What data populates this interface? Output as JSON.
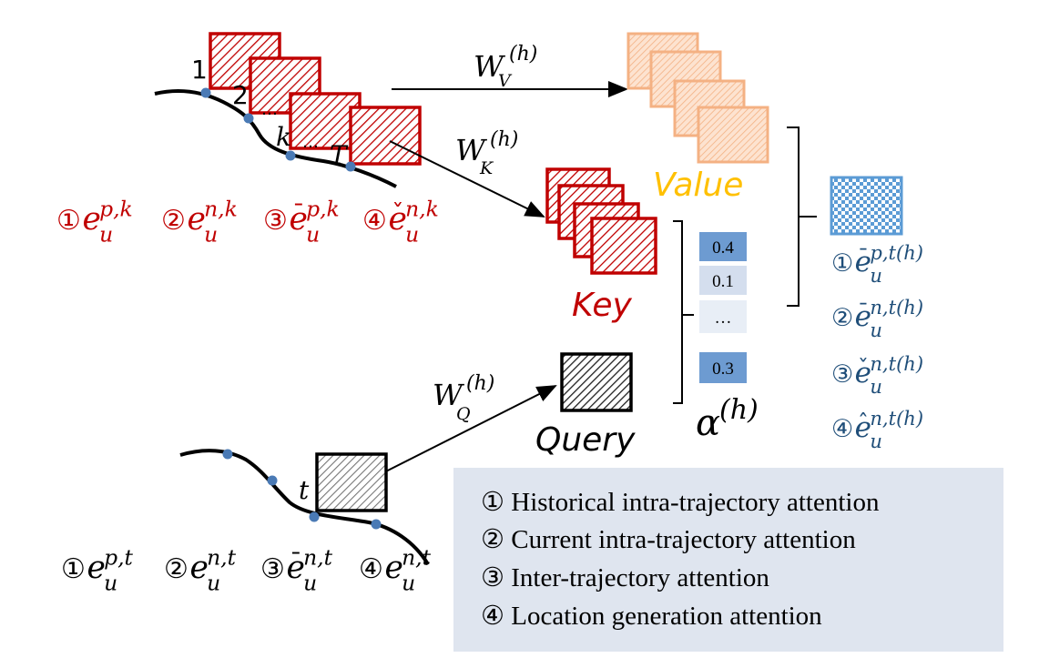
{
  "history_points": [
    "1",
    "2",
    "k",
    "T"
  ],
  "history_dots": [
    "…",
    "…"
  ],
  "history_embeddings": [
    {
      "num": "①",
      "sym": "e",
      "accent": "",
      "sup": "p,k",
      "sub": "u"
    },
    {
      "num": "②",
      "sym": "e",
      "accent": "",
      "sup": "n,k",
      "sub": "u"
    },
    {
      "num": "③",
      "sym": "e",
      "accent": "¯",
      "sup": "p,k",
      "sub": "u"
    },
    {
      "num": "④",
      "sym": "e",
      "accent": "ˇ",
      "sup": "n,k",
      "sub": "u"
    }
  ],
  "current_point": "t",
  "current_embeddings": [
    {
      "num": "①",
      "sym": "e",
      "accent": "",
      "sup": "p,t",
      "sub": "u"
    },
    {
      "num": "②",
      "sym": "e",
      "accent": "",
      "sup": "n,t",
      "sub": "u"
    },
    {
      "num": "③",
      "sym": "e",
      "accent": "¯",
      "sup": "n,t",
      "sub": "u"
    },
    {
      "num": "④",
      "sym": "e",
      "accent": "",
      "sup": "n,t",
      "sub": "u"
    }
  ],
  "projections": {
    "value": {
      "sym": "W",
      "sup": "(h)",
      "sub": "V"
    },
    "key": {
      "sym": "W",
      "sup": "(h)",
      "sub": "K"
    },
    "query": {
      "sym": "W",
      "sup": "(h)",
      "sub": "Q"
    }
  },
  "labels": {
    "value": "Value",
    "key": "Key",
    "query": "Query",
    "alpha": "α",
    "alpha_sup": "(h)"
  },
  "weights": [
    "0.4",
    "0.1",
    "…",
    "0.3"
  ],
  "outputs": [
    {
      "num": "①",
      "sym": "e",
      "accent": "¯",
      "sup": "p,t(h)",
      "sub": "u"
    },
    {
      "num": "②",
      "sym": "e",
      "accent": "¯",
      "sup": "n,t(h)",
      "sub": "u"
    },
    {
      "num": "③",
      "sym": "e",
      "accent": "ˇ",
      "sup": "n,t(h)",
      "sub": "u"
    },
    {
      "num": "④",
      "sym": "e",
      "accent": "ˆ",
      "sup": "n,t(h)",
      "sub": "u"
    }
  ],
  "legend": [
    "① Historical intra-trajectory attention",
    "② Current intra-trajectory attention",
    "③ Inter-trajectory attention",
    "④ Location generation attention"
  ],
  "colors": {
    "red": "#c00000",
    "value_orange": "#f4b183",
    "value_text": "#ffc000",
    "blue_text": "#1f4e79",
    "node": "#4a7ab5",
    "cell_dark": "#6d9bd1",
    "cell_light": "#d4deee",
    "legend_bg": "#dfe5ef"
  }
}
